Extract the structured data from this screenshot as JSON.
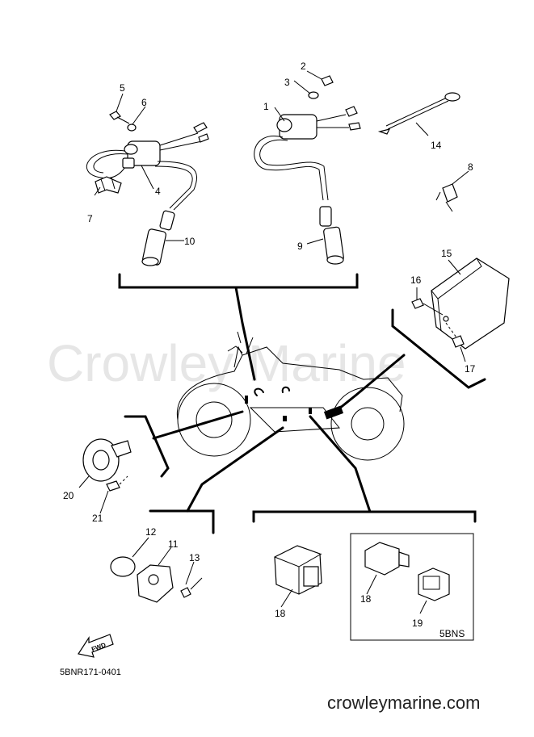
{
  "watermark": "Crowley Marine",
  "footer_brand": "crowleymarine.com",
  "diagram_code": "5BNR171-0401",
  "fwd_label": "FWD",
  "inset_label": "5BNS",
  "callouts": {
    "c1": "1",
    "c2": "2",
    "c3": "3",
    "c4": "4",
    "c5": "5",
    "c6": "6",
    "c7": "7",
    "c8": "8",
    "c9": "9",
    "c10": "10",
    "c11": "11",
    "c12": "12",
    "c13": "13",
    "c14": "14",
    "c15": "15",
    "c16": "16",
    "c17": "17",
    "c18a": "18",
    "c18b": "18",
    "c19": "19",
    "c20": "20",
    "c21": "21"
  }
}
